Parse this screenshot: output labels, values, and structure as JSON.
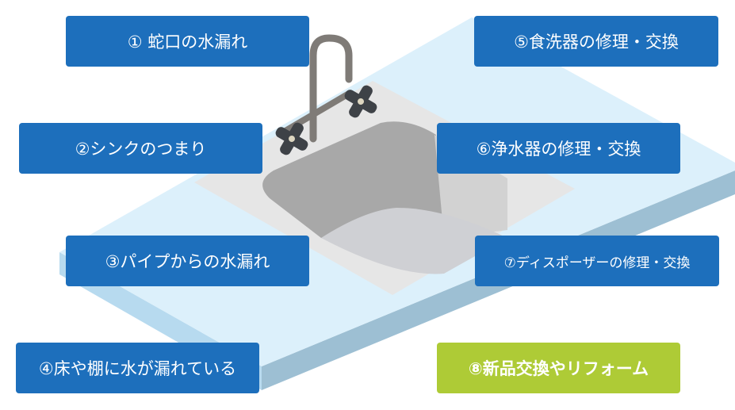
{
  "colors": {
    "label_blue": "#1d6fbc",
    "label_green": "#aecb36",
    "counter_top": "#dcf0fb",
    "counter_edge": "#9dbfd3"
  },
  "labels": [
    {
      "text": "① 蛇口の水漏れ"
    },
    {
      "text": "②シンクのつまり"
    },
    {
      "text": "③パイプからの水漏れ"
    },
    {
      "text": "④床や棚に水が漏れている"
    },
    {
      "text": "⑤食洗器の修理・交換"
    },
    {
      "text": "⑥浄水器の修理・交換"
    },
    {
      "text": "⑦ディスポーザーの修理・交換"
    },
    {
      "text": "⑧新品交換やリフォーム"
    }
  ]
}
